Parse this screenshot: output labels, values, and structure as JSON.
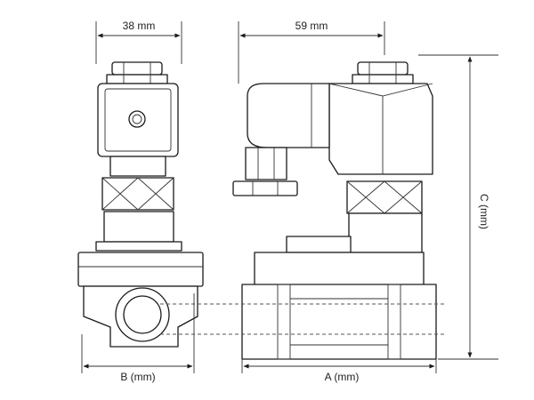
{
  "dimensions": {
    "top_left": "38 mm",
    "top_right": "59 mm",
    "bottom_left": "B (mm)",
    "bottom_right": "A (mm)",
    "right_vertical": "C (mm)"
  },
  "colors": {
    "line": "#1a1a1a",
    "text": "#222222",
    "background": "#ffffff"
  }
}
